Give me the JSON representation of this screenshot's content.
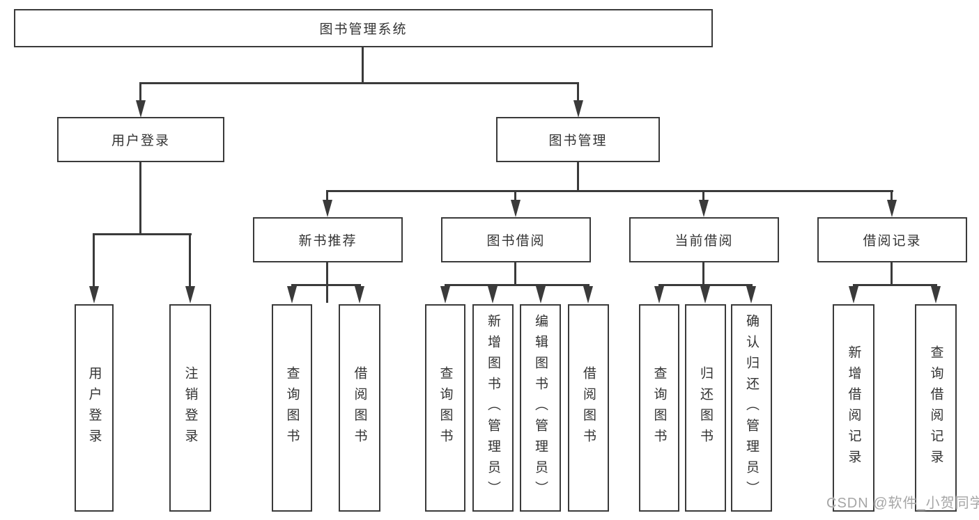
{
  "diagram": {
    "root": {
      "label": "图书管理系统"
    },
    "level1": [
      {
        "label": "用户登录"
      },
      {
        "label": "图书管理"
      }
    ],
    "level2": [
      {
        "label": "新书推荐"
      },
      {
        "label": "图书借阅"
      },
      {
        "label": "当前借阅"
      },
      {
        "label": "借阅记录"
      }
    ],
    "leaves": {
      "login": [
        "用户登录",
        "注销登录"
      ],
      "recommend": [
        "查询图书",
        "借阅图书"
      ],
      "borrow": [
        "查询图书",
        "新增图书（管理员）",
        "编辑图书（管理员）",
        "借阅图书"
      ],
      "current": [
        "查询图书",
        "归还图书",
        "确认归还（管理员）"
      ],
      "records": [
        "新增借阅记录",
        "查询借阅记录"
      ]
    },
    "watermark": "CSDN @软件_小贺同学",
    "colors": {
      "line": "#3a3a3a",
      "text": "#333333",
      "background": "#ffffff",
      "watermark": "#a6a6a6"
    }
  }
}
